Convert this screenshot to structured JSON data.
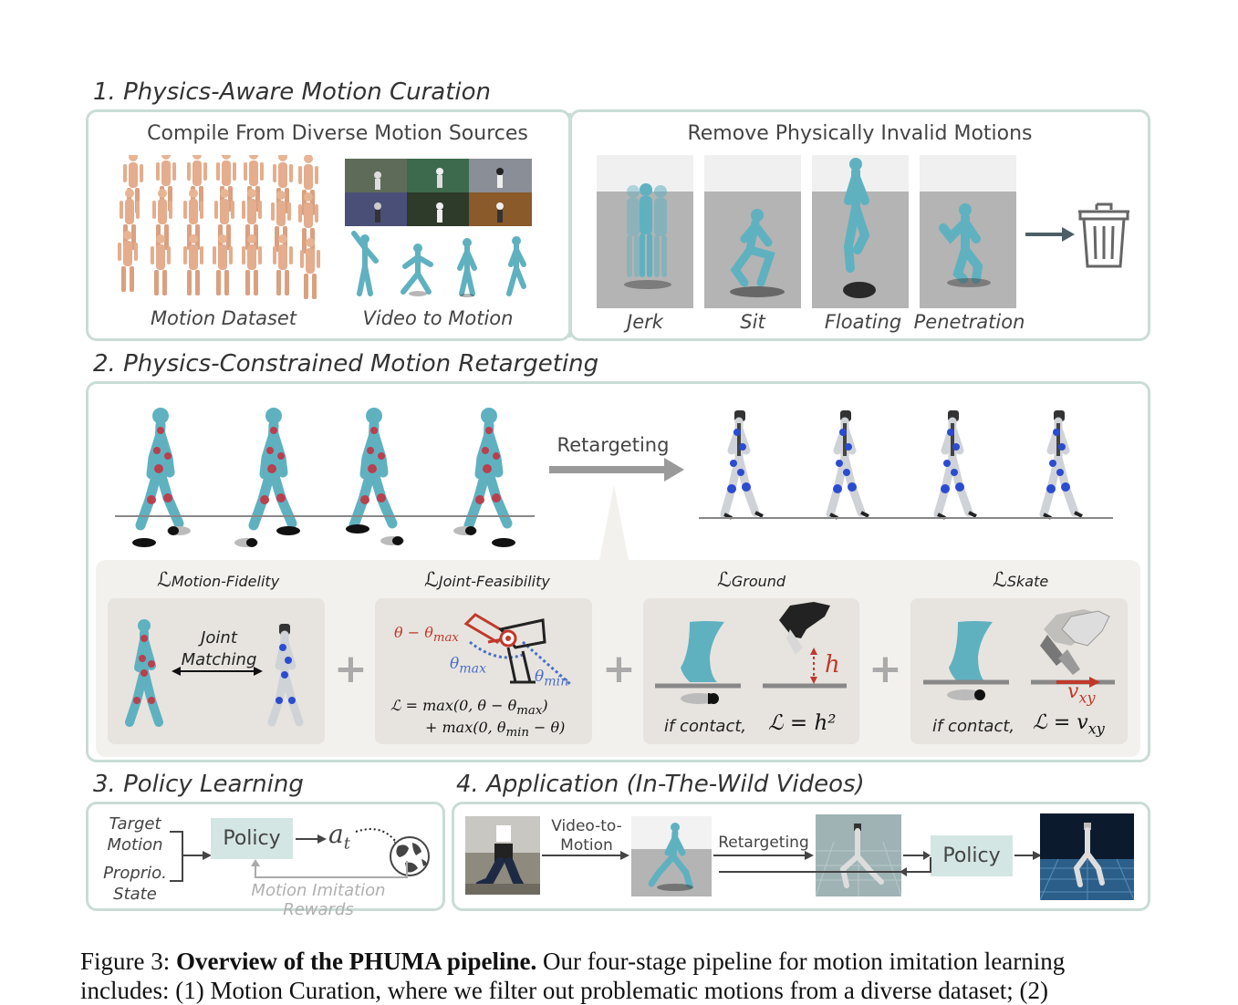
{
  "sections": {
    "s1": "1. Physics-Aware Motion Curation",
    "s2": "2. Physics-Constrained Motion Retargeting",
    "s3": "3. Policy Learning",
    "s4": "4. Application (In-The-Wild Videos)"
  },
  "curation": {
    "left_title": "Compile From Diverse Motion Sources",
    "right_title": "Remove Physically Invalid Motions",
    "motion_dataset": "Motion Dataset",
    "video_to_motion": "Video to Motion",
    "invalid": [
      "Jerk",
      "Sit",
      "Floating",
      "Penetration"
    ]
  },
  "retargeting": {
    "arrow_label": "Retargeting",
    "losses": {
      "fidelity_main": "ℒ",
      "fidelity_sub": "Motion-Fidelity",
      "feasibility_main": "ℒ",
      "feasibility_sub": "Joint-Feasibility",
      "ground_main": "ℒ",
      "ground_sub": "Ground",
      "skate_main": "ℒ",
      "skate_sub": "Skate"
    },
    "joint_matching": "Joint Matching",
    "theta_minus": "θ − θ",
    "max": "max",
    "min": "min",
    "theta": "θ",
    "feas_eq1": "ℒ = max(0, θ − θ",
    "feas_eq1_end": ")",
    "feas_eq2": "+ max(0, θ",
    "feas_eq2_end": " − θ)",
    "h": "h",
    "if_contact": "if contact,",
    "ground_eq": "ℒ = h²",
    "v": "v",
    "xy": "xy",
    "skate_eq": "ℒ = v",
    "plus": "+"
  },
  "policy": {
    "target_motion": "Target Motion",
    "proprio_state": "Proprio. State",
    "policy_label": "Policy",
    "action": "a",
    "action_sub": "t",
    "rewards": "Motion Imitation Rewards"
  },
  "application": {
    "video_to_motion": "Video-to-Motion",
    "retargeting": "Retargeting",
    "policy_label": "Policy"
  },
  "caption": {
    "prefix": "Figure 3: ",
    "bold": "Overview of the PHUMA pipeline.",
    "rest": " Our four-stage pipeline for motion imitation learning",
    "line2": "includes: (1) Motion Curation, where we filter out problematic motions from a diverse dataset; (2)"
  },
  "colors": {
    "panel_border": "#c9dcd6",
    "human_teal": "#5fb1c0",
    "joint_red": "#b8404f",
    "loss_bg": "#e7e4df",
    "policy_bg": "#d3e6e3",
    "red": "#c0392b",
    "blue": "#4a6fc8"
  }
}
